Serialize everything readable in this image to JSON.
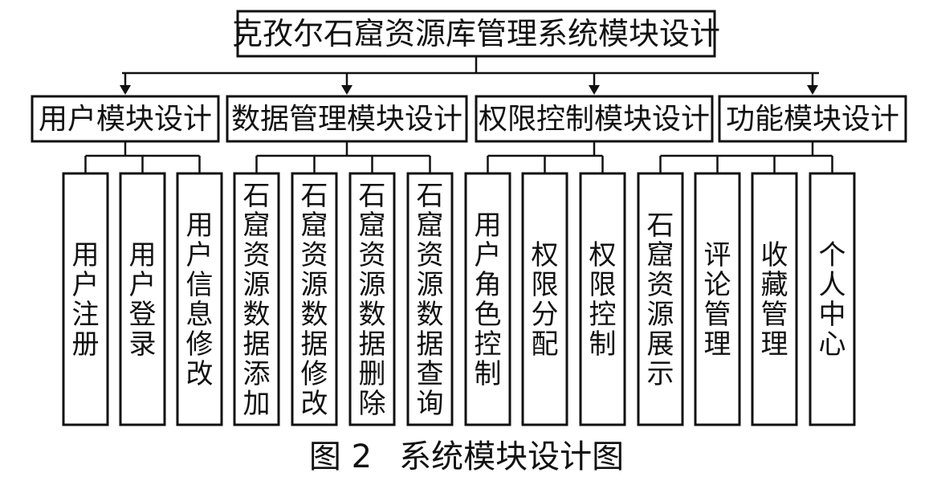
{
  "title": "克孜尔石窟资源库管理系统模块设计",
  "modules": [
    {
      "label": "用户模块设计",
      "children": [
        "用户注册",
        "用户登录",
        "用户信息修改"
      ]
    },
    {
      "label": "数据管理模块设计",
      "children": [
        "石窟资源数据添加",
        "石窟资源数据修改",
        "石窟资源数据删除",
        "石窟资源数据查询"
      ]
    },
    {
      "label": "权限控制模块设计",
      "children": [
        "用户角色控制",
        "权限分配",
        "权限控制"
      ]
    },
    {
      "label": "功能模块设计",
      "children": [
        "石窟资源展示",
        "评论管理",
        "收藏管理",
        "个人中心"
      ]
    }
  ],
  "caption": {
    "number": "图 2",
    "text": "系统模块设计图"
  }
}
